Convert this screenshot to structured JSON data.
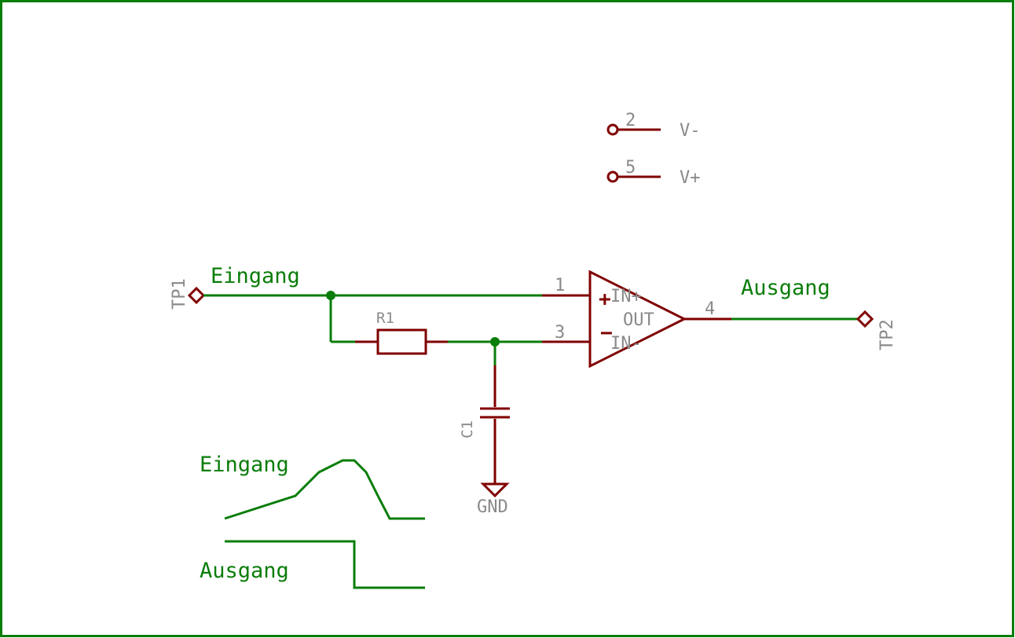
{
  "colors": {
    "frame": "#0a7d0a",
    "wire": "#0a7d0a",
    "component": "#800000",
    "label": "#8a8a8a"
  },
  "nets": {
    "input_label": "Eingang",
    "output_label": "Ausgang"
  },
  "testpoints": {
    "tp1": "TP1",
    "tp2": "TP2"
  },
  "supply": [
    {
      "pin": "2",
      "label": "V-"
    },
    {
      "pin": "5",
      "label": "V+"
    }
  ],
  "opamp": {
    "pins": {
      "in_plus": "1",
      "in_minus": "3",
      "out": "4"
    },
    "labels": {
      "in_plus": "IN+",
      "in_minus": "IN-",
      "out": "OUT",
      "plus_sign": "+",
      "minus_sign": "−"
    }
  },
  "resistor": {
    "name": "R1"
  },
  "capacitor": {
    "name": "C1"
  },
  "ground": {
    "label": "GND"
  },
  "waveforms": {
    "input_label": "Eingang",
    "output_label": "Ausgang"
  }
}
